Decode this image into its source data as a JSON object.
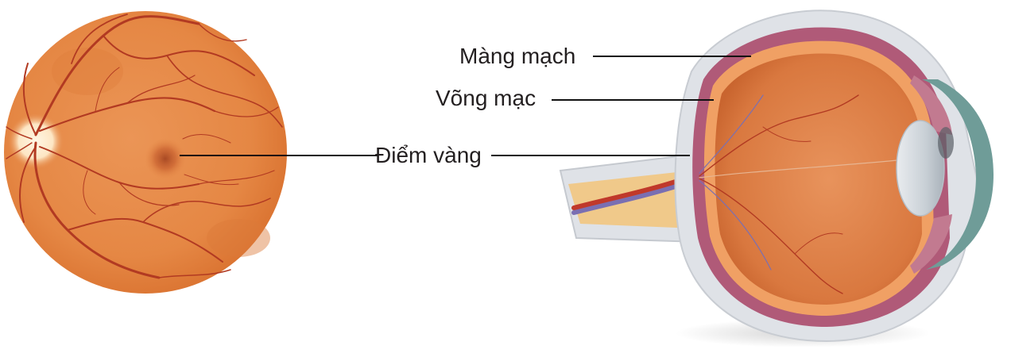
{
  "labels": {
    "choroid": "Màng mạch",
    "retina": "Võng mạc",
    "macula": "Điểm vàng"
  },
  "figures": {
    "fundus": "retina-fundus-illustration",
    "eye_cross_section": "eye-cross-section-illustration"
  },
  "colors": {
    "fundus_base": "#e58744",
    "fundus_edge": "#d9712f",
    "vessel": "#b23a22",
    "macula": "#b8552b",
    "optic_disc": "#fde6c4",
    "sclera": "#dfe2e7",
    "choroid": "#b05a78",
    "retina_layer": "#f0a064",
    "vitreous": "#d97a48",
    "lens": "#d8dde2",
    "iris": "#6f9c98",
    "leader_line": "#111111",
    "text": "#231f20"
  }
}
